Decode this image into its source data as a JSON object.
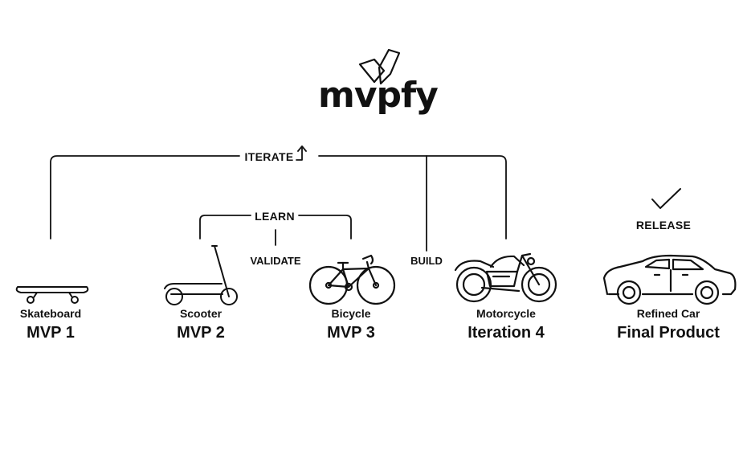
{
  "brand": {
    "name": "mvpfy"
  },
  "connectors": {
    "iterate": "ITERATE",
    "learn": "LEARN",
    "validate": "VALIDATE",
    "build": "BUILD",
    "release": "RELEASE"
  },
  "stages": [
    {
      "name": "Skateboard",
      "title": "MVP 1",
      "icon": "skateboard-icon"
    },
    {
      "name": "Scooter",
      "title": "MVP 2",
      "icon": "scooter-icon"
    },
    {
      "name": "Bicycle",
      "title": "MVP 3",
      "icon": "bicycle-icon"
    },
    {
      "name": "Motorcycle",
      "title": "Iteration 4",
      "icon": "motorcycle-icon"
    },
    {
      "name": "Refined Car",
      "title": "Final Product",
      "icon": "car-icon"
    }
  ],
  "colors": {
    "ink": "#111111",
    "background": "#ffffff"
  }
}
